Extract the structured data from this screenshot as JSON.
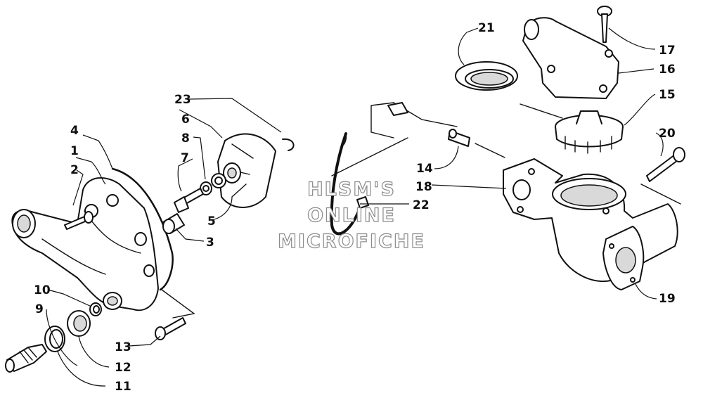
{
  "callouts": {
    "c1": "1",
    "c2": "2",
    "c3": "3",
    "c4": "4",
    "c5": "5",
    "c6": "6",
    "c7": "7",
    "c8": "8",
    "c9": "9",
    "c10": "10",
    "c11": "11",
    "c12": "12",
    "c13": "13",
    "c14": "14",
    "c15": "15",
    "c16": "16",
    "c17": "17",
    "c18": "18",
    "c19": "19",
    "c20": "20",
    "c21": "21",
    "c22": "22",
    "c23": "23"
  },
  "watermark": {
    "line1": "HLSM'S",
    "line2": "ONLINE",
    "line3": "MICROFICHE"
  }
}
